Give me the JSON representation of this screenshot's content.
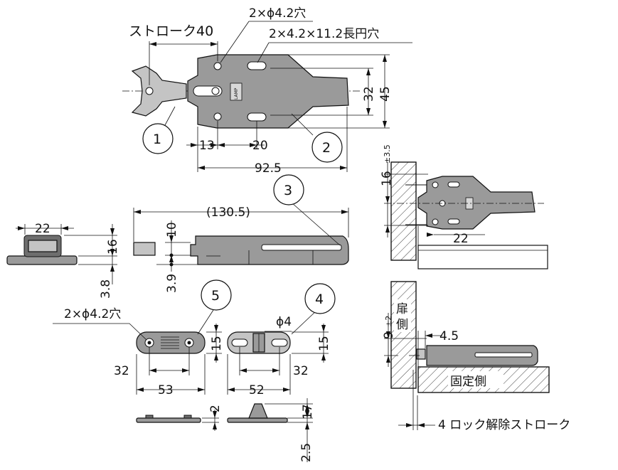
{
  "labels": {
    "stroke": "ストローク40",
    "hole_round": "2×ϕ4.2穴",
    "hole_slot": "2×4.2×11.2長円穴",
    "hole_round_2": "2×ϕ4.2穴",
    "phi4": "ϕ4",
    "door_side": "扉側",
    "fixed_side": "固定側",
    "release_stroke": "4 ロック解除ストローク",
    "logo": "LAMP"
  },
  "callouts": [
    "1",
    "2",
    "3",
    "4",
    "5"
  ],
  "dimensions": {
    "h32": "32",
    "h45": "45",
    "d13": "13",
    "d20": "20",
    "d92_5": "92.5",
    "d130_5": "(130.5)",
    "d10": "10",
    "d3_9": "3.9",
    "d22a": "22",
    "d16": "16",
    "d3_8": "3.8",
    "d16tol": "16",
    "tol3_5": "±3.5",
    "d22b": "22",
    "d9": "9",
    "tol2": "±2",
    "d4_5": "4.5",
    "d15a": "15",
    "d32a": "32",
    "d53": "53",
    "d15b": "15",
    "d32b": "32",
    "d52": "52",
    "d2": "2",
    "d17": "17",
    "d2_5": "2.5"
  }
}
